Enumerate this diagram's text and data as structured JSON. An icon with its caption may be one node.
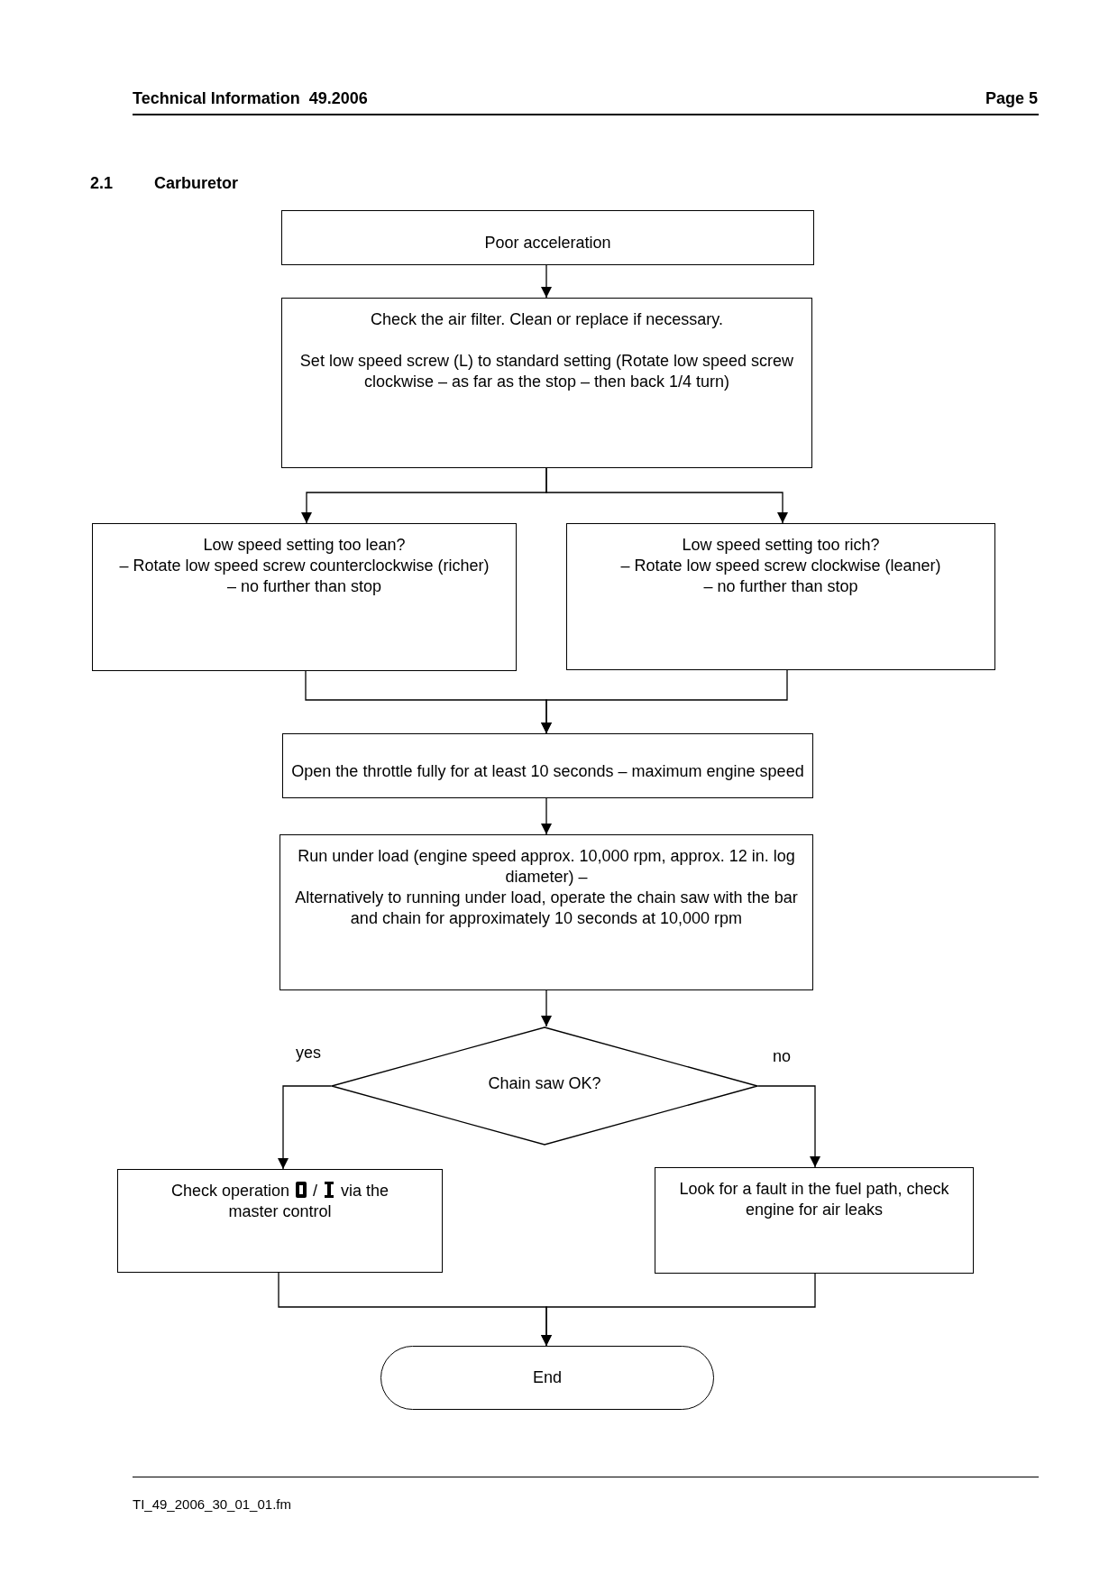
{
  "diagram": {
    "nodes": [
      {
        "text": [
          "Poor acceleration"
        ]
      },
      {
        "text": [
          "Check the air filter. Clean or replace if necessary.",
          "Set low speed screw (L) to standard setting (Rotate low speed screw clockwise – as far as the stop – then back 1/4 turn)"
        ]
      },
      {
        "text": [
          "Low speed setting too lean?",
          "– Rotate low speed screw counterclockwise (richer)",
          "– no further than stop"
        ]
      },
      {
        "text": [
          "Low speed setting too rich?",
          "– Rotate low speed screw clockwise (leaner)",
          "– no further than stop"
        ]
      },
      {
        "text": [
          "Open the throttle fully for at least 10 seconds – maximum engine speed"
        ]
      },
      {
        "text": [
          "Run under load (engine speed approx. 10,000 rpm, approx. 12 in. log diameter) –",
          "Alternatively to running under load, operate the chain saw with the bar and chain for approximately 10 seconds at 10,000 rpm"
        ]
      },
      {
        "text": [
          "Chain saw OK?"
        ]
      },
      {
        "text": [
          "Check operation",
          "/",
          "via the master control"
        ]
      },
      {
        "text": [
          "Look for a fault in the fuel path, check engine for air leaks"
        ]
      },
      {
        "text": [
          "End"
        ]
      }
    ],
    "edges": [
      {
        "from": 0,
        "to": 1,
        "arrow": "to"
      },
      {
        "from": 1,
        "to": 2,
        "arrow": "to"
      },
      {
        "from": 1,
        "to": 3,
        "arrow": "to"
      },
      {
        "from": 2,
        "to": 4,
        "arrow": "to"
      },
      {
        "from": 3,
        "to": 4,
        "arrow": "to"
      },
      {
        "from": 4,
        "to": 5,
        "arrow": "to"
      },
      {
        "from": 5,
        "to": 6,
        "arrow": "to"
      },
      {
        "from": 6,
        "to": 7,
        "arrow": "to",
        "label": "yes"
      },
      {
        "from": 6,
        "to": 8,
        "arrow": "to",
        "label": "no"
      },
      {
        "from": 7,
        "to": 9,
        "arrow": "to"
      },
      {
        "from": 8,
        "to": 9,
        "arrow": "to"
      }
    ],
    "labels": [
      "Technical Information  49.2006",
      "Page 5",
      "2.1",
      "Carburetor",
      "TI_49_2006_30_01_01.fm"
    ]
  }
}
